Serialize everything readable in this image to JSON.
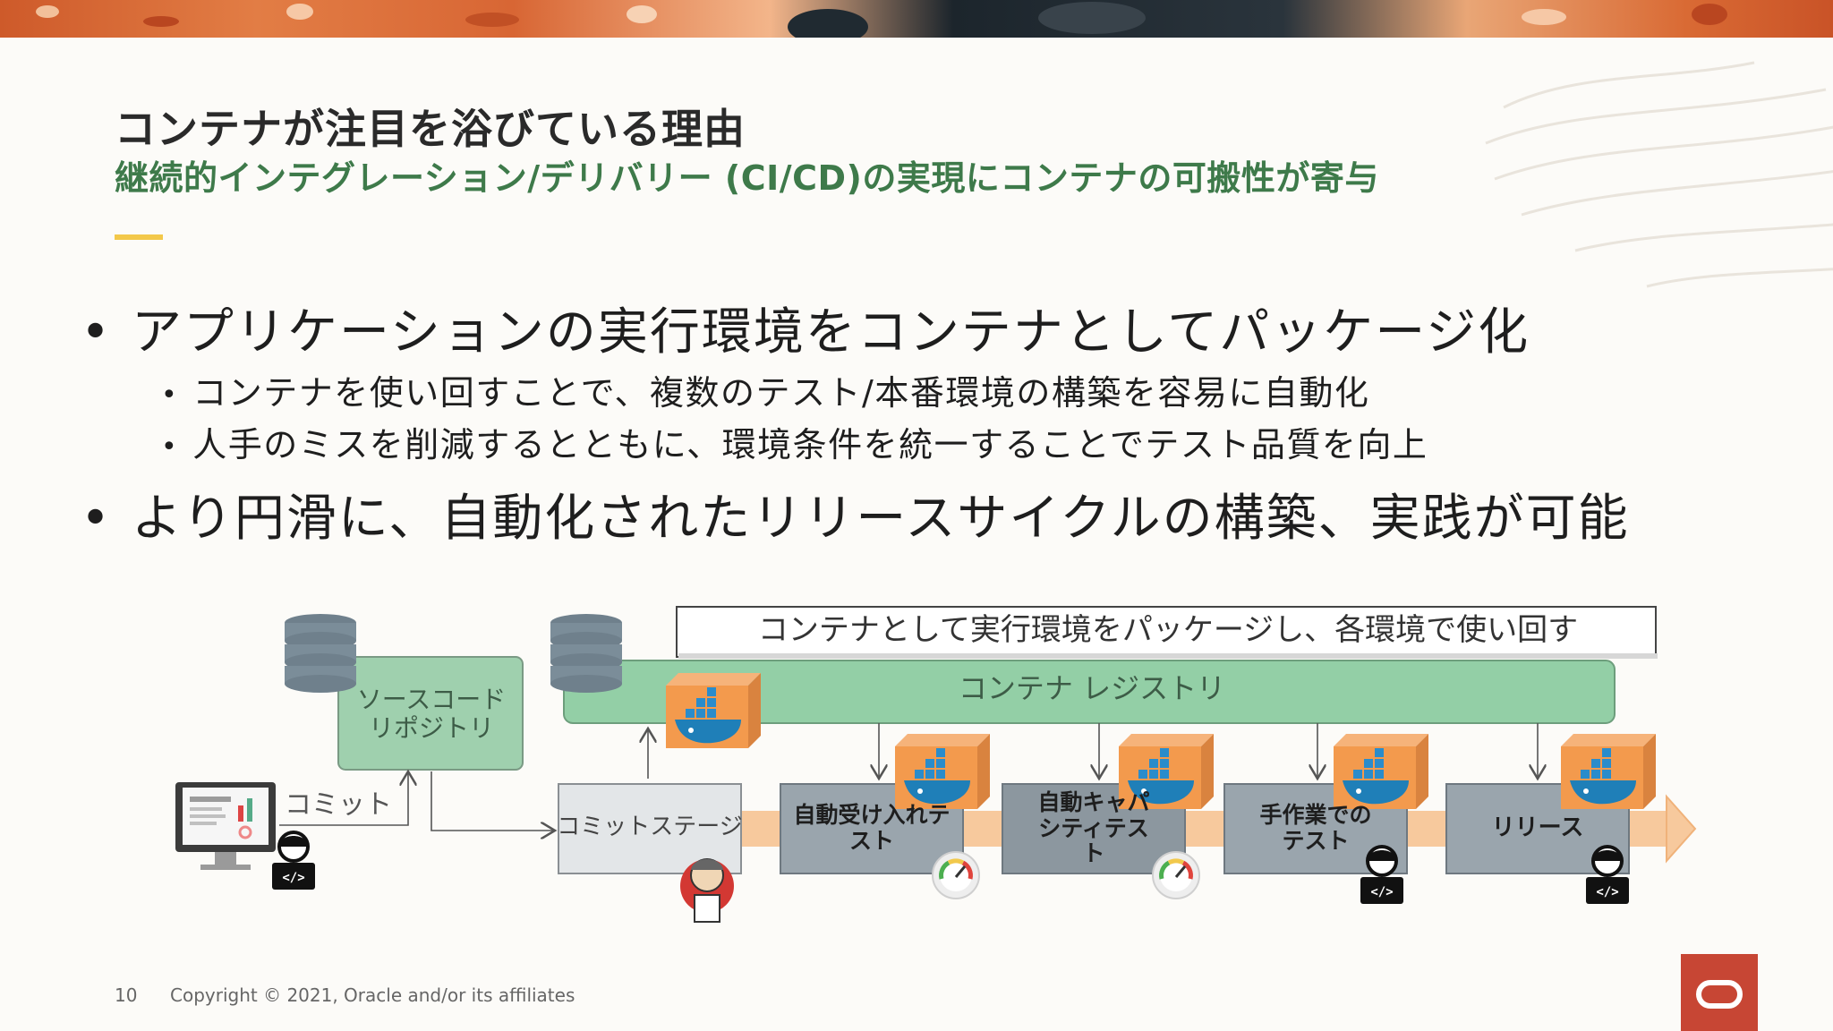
{
  "slide": {
    "title": "コンテナが注目を浴びている理由",
    "subtitle": "継続的インテグレーション/デリバリー (CI/CD)の実現にコンテナの可搬性が寄与",
    "bullets": [
      {
        "level": 1,
        "text": "アプリケーションの実行環境をコンテナとしてパッケージ化"
      },
      {
        "level": 2,
        "text": "コンテナを使い回すことで、複数のテスト/本番環境の構築を容易に自動化"
      },
      {
        "level": 2,
        "text": "人手のミスを削減するとともに、環境条件を統一することでテスト品質を向上"
      },
      {
        "level": 1,
        "text": "より円滑に、自動化されたリリースサイクルの構築、実践が可能"
      }
    ]
  },
  "diagram": {
    "banner": "コンテナとして実行環境をパッケージし、各環境で使い回す",
    "registry": "コンテナ レジストリ",
    "source_repo": "ソースコードリポジトリ",
    "commit": "コミット",
    "commit_stage": "コミットステージ",
    "stages": [
      "自動受け入れテスト",
      "自動キャパシティテスト",
      "手作業でのテスト",
      "リリース"
    ]
  },
  "footer": {
    "page_number": "10",
    "copyright": "Copyright © 2021, Oracle and/or its affiliates"
  },
  "colors": {
    "title": "#2a2a2a",
    "subtitle": "#3e7a4a",
    "accent": "#f3c84a",
    "registry_fill": "#8fcba4",
    "stage_fill": "#8f9ba3",
    "arrow_fill": "#f5c08e",
    "oracle_red": "#c74634"
  }
}
